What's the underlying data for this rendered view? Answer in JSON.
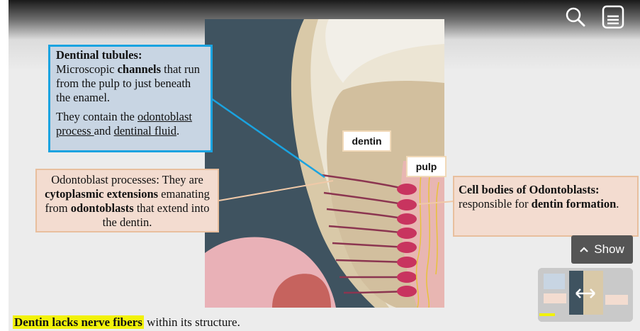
{
  "labels": {
    "dentin": "dentin",
    "pulp": "pulp"
  },
  "callouts": {
    "tubules": {
      "title": "Dentinal tubules:",
      "line1_a": "Microscopic ",
      "line1_b": "channels",
      "line1_c": " that run from the pulp to just beneath the enamel.",
      "p2_a": "They contain the ",
      "p2_link1": "odontoblast process ",
      "p2_b": "and ",
      "p2_link2": "dentinal fluid",
      "p2_c": "."
    },
    "processes": {
      "a": "Odontoblast processes: They are ",
      "b": "cytoplasmic extensions",
      "c": " emanating from ",
      "d": "odontoblasts",
      "e": " that extend into the dentin."
    },
    "cell_bodies": {
      "title": "Cell bodies of Odontoblasts:",
      "a": " responsible for ",
      "b": "dentin formation",
      "c": "."
    }
  },
  "controls": {
    "show_label": "Show"
  },
  "caption": {
    "highlight": "Dentin lacks nerve fibers",
    "rest": " within its structure."
  },
  "colors": {
    "callout_border": "#1aa3e0",
    "callout_bg": "#c8d5e3",
    "note_bg": "#f3dcd0",
    "highlight": "#f2f20a"
  }
}
